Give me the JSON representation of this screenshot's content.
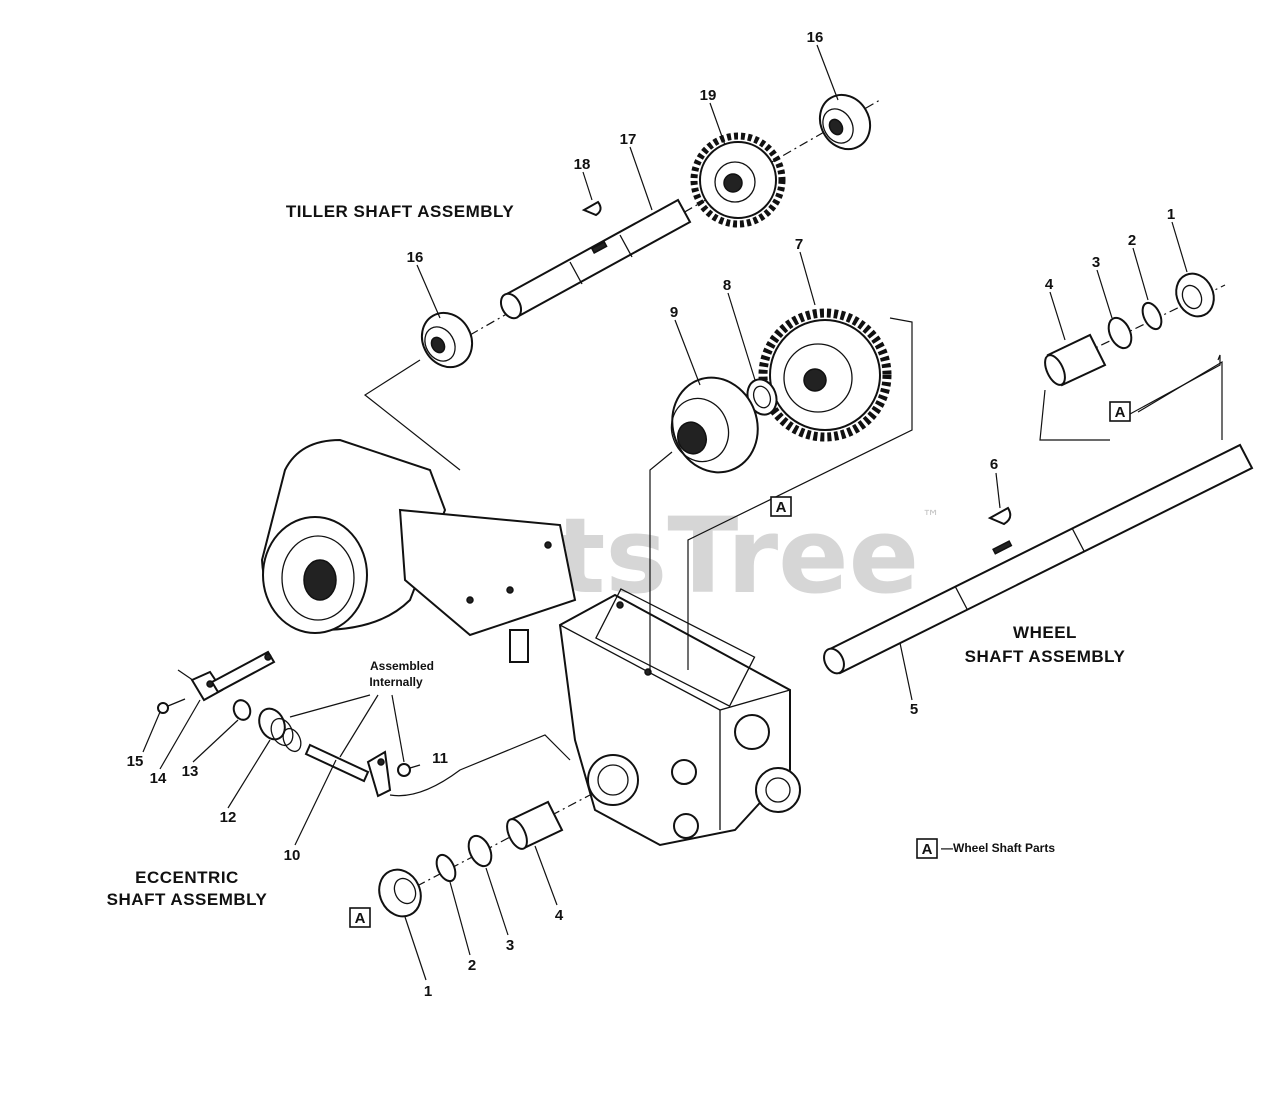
{
  "watermark": {
    "text": "PartsTree",
    "trademark": "™"
  },
  "assemblies": {
    "tiller": "TILLER SHAFT ASSEMBLY",
    "wheel_line1": "WHEEL",
    "wheel_line2": "SHAFT ASSEMBLY",
    "eccentric_line1": "ECCENTRIC",
    "eccentric_line2": "SHAFT ASSEMBLY"
  },
  "notes": {
    "assembled_line1": "Assembled",
    "assembled_line2": "Internally",
    "legend_marker": "A",
    "legend_text": "—Wheel Shaft Parts"
  },
  "callouts": {
    "p1_left": "1",
    "p2_left": "2",
    "p3_left": "3",
    "p4_left": "4",
    "p1_right": "1",
    "p2_right": "2",
    "p3_right": "3",
    "p4_right": "4",
    "p5": "5",
    "p6": "6",
    "p7": "7",
    "p8": "8",
    "p9": "9",
    "p10": "10",
    "p11": "11",
    "p12": "12",
    "p13": "13",
    "p14": "14",
    "p15": "15",
    "p16_top": "16",
    "p16_left": "16",
    "p17": "17",
    "p18": "18",
    "p19": "19"
  },
  "markers": {
    "a_right": "A",
    "a_center": "A",
    "a_left": "A"
  }
}
